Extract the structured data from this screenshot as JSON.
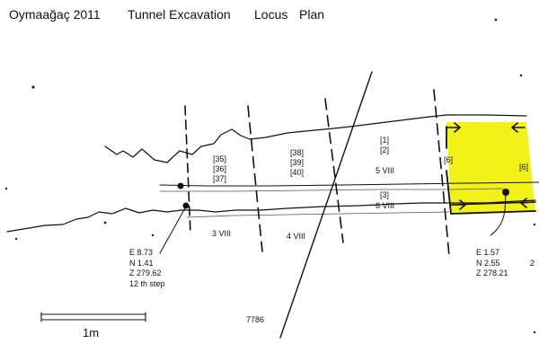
{
  "title": {
    "site": "Oymaağaç 2011",
    "subject": "Tunnel Excavation",
    "kind": "Locus",
    "view": "Plan"
  },
  "loci": {
    "l35": "[35]",
    "l36": "[36]",
    "l37": "[37]",
    "l38": "[38]",
    "l39": "[39]",
    "l40": "[40]",
    "l1": "[1]",
    "l2": "[2]",
    "l5": "5 VIII",
    "l6a": "[6]",
    "l6b": "[6]",
    "l3": "[3]",
    "l6viii": "6 VIII",
    "l3viii": "3 VIII",
    "l4viii": "4 VIII"
  },
  "points": {
    "left": {
      "e": "E 8.73",
      "n": "N 1.41",
      "z": "Z 279.62",
      "note": "12 th step"
    },
    "right": {
      "e": "E 1.57",
      "n": "N 2.55",
      "z": "Z 278.21"
    }
  },
  "edge_mark": "2",
  "scale": {
    "label": "1m"
  },
  "drawing_number": "7786",
  "colors": {
    "highlight": "#f2f21a",
    "ink": "#111111"
  }
}
